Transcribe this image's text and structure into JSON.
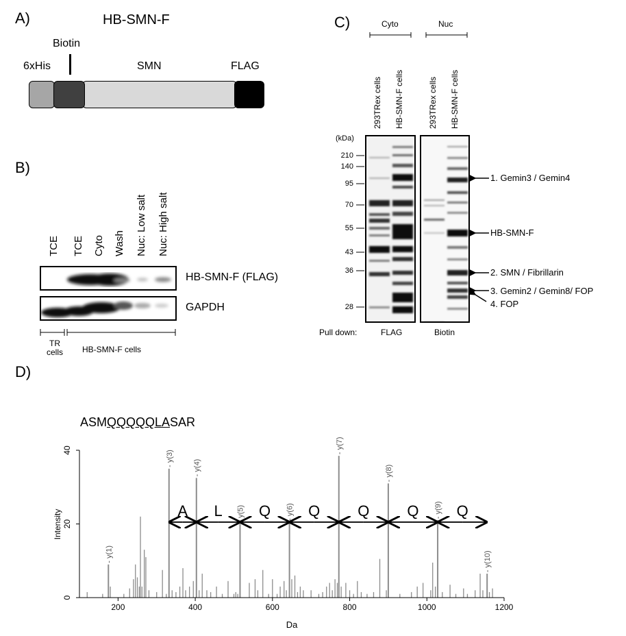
{
  "panelA": {
    "letter": "A)",
    "title": "HB-SMN-F",
    "domains": {
      "his": "6xHis",
      "biotin": "Biotin",
      "smn": "SMN",
      "flag": "FLAG"
    },
    "colors": {
      "his": "#a6a6a6",
      "biotin": "#404040",
      "smn": "#d9d9d9",
      "flag": "#000000"
    }
  },
  "panelB": {
    "letter": "B)",
    "lanes": [
      "TCE",
      "TCE",
      "Cyto",
      "Wash",
      "Nuc: Low salt",
      "Nuc: High salt"
    ],
    "blots": [
      "HB-SMN-F (FLAG)",
      "GAPDH"
    ],
    "groups": [
      "TR\ncells",
      "HB-SMN-F cells"
    ],
    "flag_band_intensity": [
      0.0,
      1.0,
      1.0,
      0.3,
      0.15,
      0.35
    ],
    "gapdh_band_intensity": [
      0.95,
      0.9,
      0.95,
      0.55,
      0.25,
      0.12
    ]
  },
  "panelC": {
    "letter": "C)",
    "fractions": [
      "Cyto",
      "Nuc"
    ],
    "lanes": [
      "293TRex cells",
      "HB-SMN-F cells",
      "293TRex cells",
      "HB-SMN-F cells"
    ],
    "kda_label": "(kDa)",
    "markers": [
      "210",
      "140",
      "95",
      "70",
      "55",
      "43",
      "36",
      "28"
    ],
    "annotations": [
      "1. Gemin3 / Gemin4",
      "HB-SMN-F",
      "2. SMN / Fibrillarin",
      "3. Gemin2 / Gemin8/ FOP",
      "4. FOP"
    ],
    "pulldown_label": "Pull down:",
    "pulldowns": [
      "FLAG",
      "Biotin"
    ]
  },
  "panelD": {
    "letter": "D)",
    "peptide": {
      "prefix": "ASM",
      "underlined": "QQQQQLA",
      "suffix": "SAR"
    },
    "ion_labels": [
      "y(1)",
      "y(3)",
      "y(4)",
      "y(5)",
      "y(6)",
      "y(7)",
      "y(8)",
      "y(9)",
      "y(10)"
    ],
    "residues": [
      "A",
      "L",
      "Q",
      "Q",
      "Q",
      "Q",
      "Q"
    ],
    "bar_color": "#8c8c8c",
    "chart_data": {
      "type": "bar",
      "xlabel": "Da",
      "ylabel": "Intensity",
      "xlim": [
        100,
        1200
      ],
      "ylim": [
        0,
        40
      ],
      "xticks": [
        "200",
        "400",
        "600",
        "800",
        "1000",
        "1200"
      ],
      "yticks": [
        "0",
        "20",
        "40"
      ],
      "labeled_peaks": [
        {
          "x": 175,
          "y": 9,
          "label": "y(1)"
        },
        {
          "x": 332,
          "y": 35,
          "label": "y(3)"
        },
        {
          "x": 403,
          "y": 32.5,
          "label": "y(4)"
        },
        {
          "x": 516,
          "y": 20,
          "label": "y(5)"
        },
        {
          "x": 644,
          "y": 20.5,
          "label": "y(6)"
        },
        {
          "x": 772,
          "y": 38.5,
          "label": "y(7)"
        },
        {
          "x": 900,
          "y": 31,
          "label": "y(8)"
        },
        {
          "x": 1028,
          "y": 21,
          "label": "y(9)"
        },
        {
          "x": 1156,
          "y": 6.5,
          "label": "y(10)"
        }
      ],
      "minor_peaks": [
        [
          120,
          1.5
        ],
        [
          160,
          1
        ],
        [
          180,
          3
        ],
        [
          215,
          1
        ],
        [
          230,
          2.5
        ],
        [
          240,
          5
        ],
        [
          245,
          9
        ],
        [
          250,
          5.5
        ],
        [
          255,
          3
        ],
        [
          258,
          22
        ],
        [
          262,
          3
        ],
        [
          268,
          13
        ],
        [
          272,
          11
        ],
        [
          280,
          2
        ],
        [
          300,
          1.5
        ],
        [
          315,
          7.5
        ],
        [
          325,
          1
        ],
        [
          340,
          2
        ],
        [
          350,
          1.5
        ],
        [
          360,
          3
        ],
        [
          368,
          8
        ],
        [
          375,
          2
        ],
        [
          385,
          3
        ],
        [
          395,
          4.5
        ],
        [
          410,
          2
        ],
        [
          418,
          6.5
        ],
        [
          430,
          2
        ],
        [
          440,
          1.5
        ],
        [
          455,
          3
        ],
        [
          470,
          1
        ],
        [
          485,
          4.5
        ],
        [
          500,
          1
        ],
        [
          505,
          1.5
        ],
        [
          510,
          1
        ],
        [
          540,
          4
        ],
        [
          555,
          5
        ],
        [
          562,
          2
        ],
        [
          575,
          7.5
        ],
        [
          590,
          1
        ],
        [
          600,
          5
        ],
        [
          612,
          1
        ],
        [
          620,
          3
        ],
        [
          630,
          4.5
        ],
        [
          636,
          2
        ],
        [
          650,
          5
        ],
        [
          658,
          6
        ],
        [
          665,
          1.5
        ],
        [
          672,
          3
        ],
        [
          680,
          2
        ],
        [
          700,
          2
        ],
        [
          720,
          1
        ],
        [
          730,
          1.5
        ],
        [
          740,
          3
        ],
        [
          748,
          4
        ],
        [
          755,
          2
        ],
        [
          762,
          5
        ],
        [
          768,
          4
        ],
        [
          778,
          3
        ],
        [
          790,
          4
        ],
        [
          800,
          2
        ],
        [
          810,
          1
        ],
        [
          820,
          4.5
        ],
        [
          830,
          1.5
        ],
        [
          845,
          1
        ],
        [
          862,
          1.5
        ],
        [
          878,
          10.5
        ],
        [
          895,
          2
        ],
        [
          930,
          1
        ],
        [
          960,
          1.5
        ],
        [
          975,
          3
        ],
        [
          990,
          4
        ],
        [
          1010,
          2
        ],
        [
          1015,
          9.5
        ],
        [
          1022,
          3
        ],
        [
          1040,
          1.5
        ],
        [
          1060,
          3.5
        ],
        [
          1075,
          1
        ],
        [
          1095,
          2.5
        ],
        [
          1105,
          1
        ],
        [
          1125,
          2
        ],
        [
          1138,
          6.5
        ],
        [
          1145,
          2
        ],
        [
          1162,
          1.5
        ],
        [
          1170,
          2.5
        ]
      ]
    }
  }
}
